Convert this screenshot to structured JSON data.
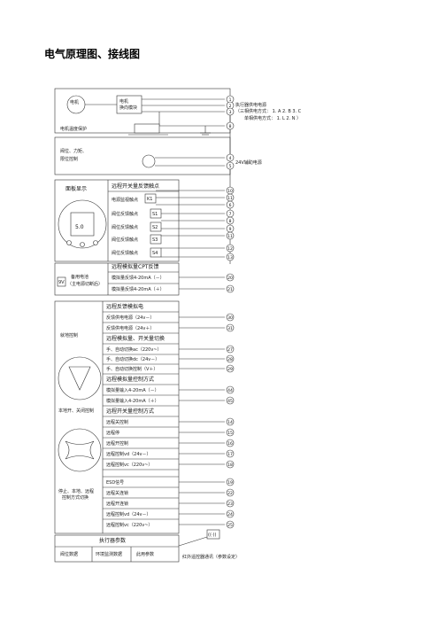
{
  "page": {
    "title": "电气原理图、接线图"
  },
  "motor_section": {
    "motor": "电机",
    "motor_protect": "电机温度保护",
    "motor_module": [
      "电机",
      "换向模块"
    ],
    "power_label": "执行器供电电源",
    "power_three_phase": "（三相供电方式：  1. A    2. B    3. C",
    "power_single_phase": "单相供电方式：  1. L     2. N    ）",
    "valve_positions": [
      "阀位、力矩、",
      "限位控制"
    ],
    "supply_24v": "24V辅助电源"
  },
  "panel_section": {
    "title": "面板显示",
    "display": "5.0",
    "relay_title": "远程开关量反馈触点",
    "rows": [
      {
        "label": "电源监视触点",
        "code": "K1"
      },
      {
        "label": "阀位反馈触点",
        "code": "S1"
      },
      {
        "label": "阀位反馈触点",
        "code": "S2"
      },
      {
        "label": "阀位反馈触点",
        "code": "S3"
      },
      {
        "label": "阀位反馈触点",
        "code": "S4"
      }
    ]
  },
  "battery_section": {
    "title": "远程模拟量CPT反馈",
    "battery_icon": "9V",
    "battery_label": [
      "备用电池",
      "（主电源切断后）"
    ],
    "rows": [
      "模拟量反馈4-20mA（－）",
      "模拟量反馈4-20mA（＋）"
    ]
  },
  "local_section": {
    "local_control": "就地控制",
    "local_remote": "本地开、关闭控制",
    "stop_local_remote": [
      "停止、本地、远程",
      "控制方式切换"
    ],
    "feedback_title": "远程反馈模拟电",
    "feedback_rows": [
      "反馈供电电源（24v－）",
      "反馈供电电源（24v＋）"
    ],
    "switch_title": "远程模拟量、开关量切换",
    "switch_rows": [
      "手、自动切换ac（220v~）",
      "手、自动切换dc（24v－）",
      "手、自动切换控制（V＋）"
    ],
    "analog_title": "远程模拟量控制方式",
    "analog_rows": [
      "模拟量输入4-20mA（－）",
      "模拟量输入4-20mA（＋）"
    ],
    "digital_title": "远程开关量控制方式",
    "digital_rows": [
      "远程关控制",
      "远程停",
      "远程开控制",
      "远程控制vd（24v－）",
      "远程控制vc（220v~）"
    ],
    "pulse_rows": [
      "ESD信号",
      "远程关连锁",
      "远程开连锁",
      "远程控制vd（24v－）",
      "远程控制vc（220v~）"
    ]
  },
  "params_section": {
    "title": "执行器参数",
    "cells": [
      "阀位数据",
      "环境监测数据",
      "此用参数"
    ],
    "remote": "红外遥控器通讯（参数设定）",
    "remote_icon": "((·))"
  },
  "terminals": {
    "power": [
      "1",
      "2",
      "3",
      "8"
    ],
    "aux": [
      "4",
      "5"
    ],
    "relay": [
      "10",
      "11",
      "6",
      "7",
      "8",
      "9",
      "11",
      "12",
      "13"
    ],
    "cpt": [
      "20",
      "21"
    ],
    "feedback": [
      "30",
      "31"
    ],
    "switch": [
      "27",
      "28",
      "29"
    ],
    "analog": [
      "44",
      "45"
    ],
    "digital": [
      "14",
      "15",
      "16",
      "17",
      "18"
    ],
    "pulse": [
      "19",
      "22",
      "23",
      "24",
      "25"
    ]
  }
}
